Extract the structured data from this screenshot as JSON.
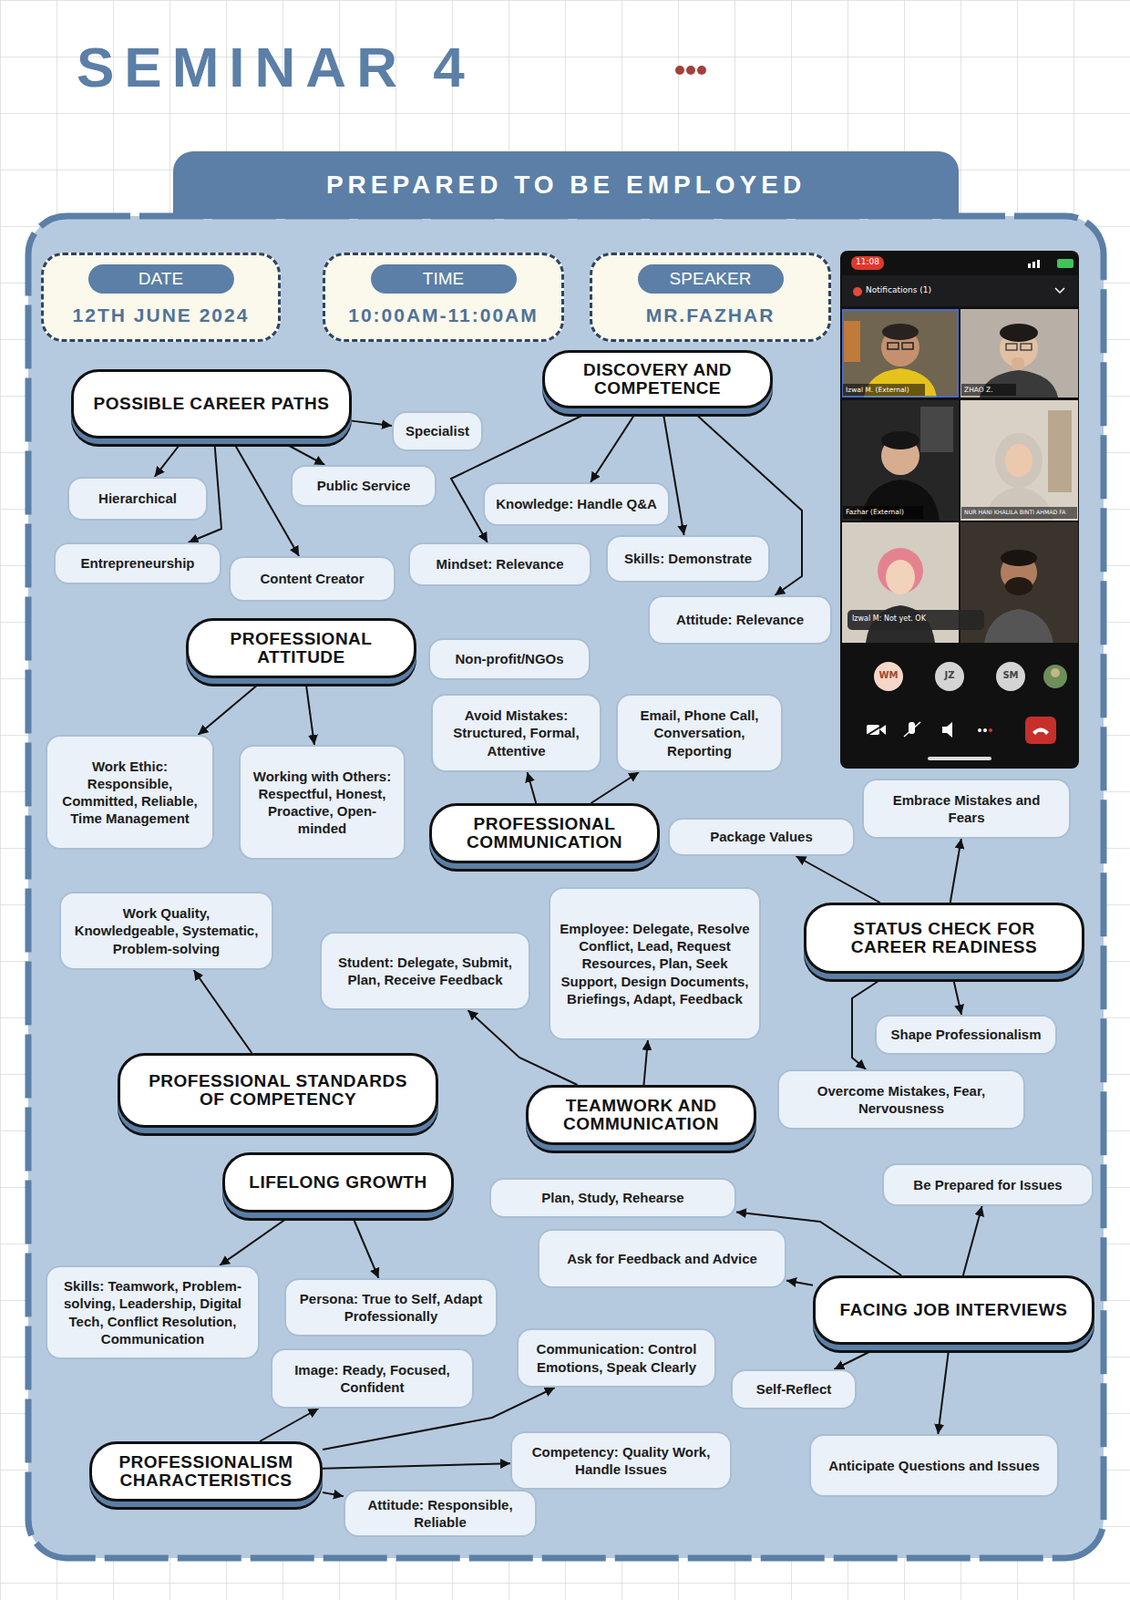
{
  "diagram": {
    "title": "SEMINAR 4",
    "nodes": [
      {
        "text": [
          "PREPARED TO BE EMPLOYED"
        ]
      },
      {
        "text": [
          "DATE",
          "12TH JUNE 2024"
        ]
      },
      {
        "text": [
          "TIME",
          "10:00AM-11:00AM"
        ]
      },
      {
        "text": [
          "SPEAKER",
          "MR.FAZHAR"
        ]
      },
      {
        "text": [
          "POSSIBLE CAREER PATHS"
        ]
      },
      {
        "text": [
          "Specialist"
        ]
      },
      {
        "text": [
          "Public Service"
        ]
      },
      {
        "text": [
          "Hierarchical"
        ]
      },
      {
        "text": [
          "Entrepreneurship"
        ]
      },
      {
        "text": [
          "Content Creator"
        ]
      },
      {
        "text": [
          "DISCOVERY AND COMPETENCE"
        ]
      },
      {
        "text": [
          "Knowledge: Handle Q&A"
        ]
      },
      {
        "text": [
          "Mindset: Relevance"
        ]
      },
      {
        "text": [
          "Skills: Demonstrate"
        ]
      },
      {
        "text": [
          "Attitude: Relevance"
        ]
      },
      {
        "text": [
          "PROFESSIONAL ATTITUDE"
        ]
      },
      {
        "text": [
          "Non-profit/NGOs"
        ]
      },
      {
        "text": [
          "Work Ethic: Responsible, Committed, Reliable, Time Management"
        ]
      },
      {
        "text": [
          "Working with Others: Respectful, Honest, Proactive, Open-minded"
        ]
      },
      {
        "text": [
          "Avoid Mistakes: Structured, Formal, Attentive"
        ]
      },
      {
        "text": [
          "Email, Phone Call, Conversation, Reporting"
        ]
      },
      {
        "text": [
          "PROFESSIONAL COMMUNICATION"
        ]
      },
      {
        "text": [
          "Embrace Mistakes and Fears"
        ]
      },
      {
        "text": [
          "Package Values"
        ]
      },
      {
        "text": [
          "STATUS CHECK FOR CAREER READINESS"
        ]
      },
      {
        "text": [
          "Work Quality, Knowledgeable, Systematic, Problem-solving"
        ]
      },
      {
        "text": [
          "Student: Delegate, Submit, Plan, Receive Feedback"
        ]
      },
      {
        "text": [
          "Employee: Delegate, Resolve Conflict, Lead, Request Resources, Plan, Seek Support, Design Documents, Briefings, Adapt, Feedback"
        ]
      },
      {
        "text": [
          "Shape Professionalism"
        ]
      },
      {
        "text": [
          "PROFESSIONAL STANDARDS OF COMPETENCY"
        ]
      },
      {
        "text": [
          "TEAMWORK AND COMMUNICATION"
        ]
      },
      {
        "text": [
          "Overcome Mistakes, Fear, Nervousness"
        ]
      },
      {
        "text": [
          "LIFELONG GROWTH"
        ]
      },
      {
        "text": [
          "Be Prepared for Issues"
        ]
      },
      {
        "text": [
          "Plan, Study, Rehearse"
        ]
      },
      {
        "text": [
          "Ask for Feedback and Advice"
        ]
      },
      {
        "text": [
          "FACING JOB INTERVIEWS"
        ]
      },
      {
        "text": [
          "Skills: Teamwork, Problem-solving, Leadership, Digital Tech, Conflict Resolution, Communication"
        ]
      },
      {
        "text": [
          "Persona: True to Self, Adapt Professionally"
        ]
      },
      {
        "text": [
          "Communication: Control Emotions, Speak Clearly"
        ]
      },
      {
        "text": [
          "Image: Ready, Focused, Confident"
        ]
      },
      {
        "text": [
          "Self-Reflect"
        ]
      },
      {
        "text": [
          "PROFESSIONALISM CHARACTERISTICS"
        ]
      },
      {
        "text": [
          "Anticipate Questions and Issues"
        ]
      },
      {
        "text": [
          "Competency: Quality Work, Handle Issues"
        ]
      },
      {
        "text": [
          "Attitude: Responsible, Reliable"
        ]
      }
    ],
    "edges": [
      {
        "from": 4,
        "to": 5,
        "arrow": "to"
      },
      {
        "from": 4,
        "to": 7,
        "arrow": "to"
      },
      {
        "from": 4,
        "to": 6,
        "arrow": "to"
      },
      {
        "from": 4,
        "to": 8,
        "arrow": "to"
      },
      {
        "from": 4,
        "to": 9,
        "arrow": "to"
      },
      {
        "from": 10,
        "to": 11,
        "arrow": "to"
      },
      {
        "from": 10,
        "to": 12,
        "arrow": "to"
      },
      {
        "from": 10,
        "to": 13,
        "arrow": "to"
      },
      {
        "from": 10,
        "to": 14,
        "arrow": "to"
      },
      {
        "from": 15,
        "to": 17,
        "arrow": "to"
      },
      {
        "from": 15,
        "to": 18,
        "arrow": "to"
      },
      {
        "from": 21,
        "to": 19,
        "arrow": "to"
      },
      {
        "from": 21,
        "to": 20,
        "arrow": "to"
      },
      {
        "from": 24,
        "to": 23,
        "arrow": "to"
      },
      {
        "from": 24,
        "to": 22,
        "arrow": "to"
      },
      {
        "from": 24,
        "to": 28,
        "arrow": "to"
      },
      {
        "from": 24,
        "to": 31,
        "arrow": "to"
      },
      {
        "from": 29,
        "to": 25,
        "arrow": "to"
      },
      {
        "from": 30,
        "to": 26,
        "arrow": "to"
      },
      {
        "from": 30,
        "to": 27,
        "arrow": "to"
      },
      {
        "from": 32,
        "to": 37,
        "arrow": "to"
      },
      {
        "from": 32,
        "to": 38,
        "arrow": "to"
      },
      {
        "from": 36,
        "to": 34,
        "arrow": "to"
      },
      {
        "from": 36,
        "to": 35,
        "arrow": "to"
      },
      {
        "from": 36,
        "to": 33,
        "arrow": "to"
      },
      {
        "from": 36,
        "to": 41,
        "arrow": "to"
      },
      {
        "from": 36,
        "to": 43,
        "arrow": "to"
      },
      {
        "from": 42,
        "to": 40,
        "arrow": "to"
      },
      {
        "from": 42,
        "to": 39,
        "arrow": "to"
      },
      {
        "from": 42,
        "to": 44,
        "arrow": "to"
      },
      {
        "from": 42,
        "to": 45,
        "arrow": "to"
      }
    ],
    "labels": [
      "11:08",
      "Notifications (1)",
      "Izwal M. (External)",
      "ZHAO Z.",
      "Fazhar (External)",
      "NUR HANI KHALILA BINTI AHMAD FA",
      "Izwal M: Not yet. OK",
      "WM",
      "JZ",
      "SM"
    ]
  }
}
